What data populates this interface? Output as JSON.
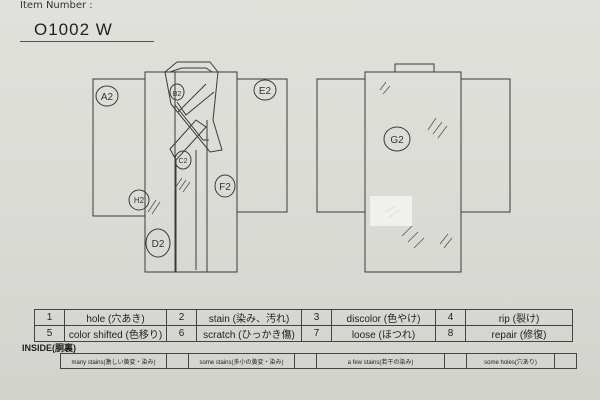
{
  "header": {
    "item_number_label": "Item Number :",
    "item_number_value": "O1002  W"
  },
  "front_markers": [
    "A2",
    "B2",
    "C2",
    "D2",
    "E2",
    "F2",
    "H2"
  ],
  "back_markers": [
    "G2"
  ],
  "legend": [
    [
      {
        "num": "1",
        "text": "hole (穴あき)"
      },
      {
        "num": "2",
        "text": "stain (染み、汚れ)"
      },
      {
        "num": "3",
        "text": "discolor (色やけ)"
      },
      {
        "num": "4",
        "text": "rip (裂け)"
      }
    ],
    [
      {
        "num": "5",
        "text": "color shifted (色移り)"
      },
      {
        "num": "6",
        "text": "scratch (ひっかき傷)"
      },
      {
        "num": "7",
        "text": "loose (ほつれ)"
      },
      {
        "num": "8",
        "text": "repair (修復)"
      }
    ]
  ],
  "inside": {
    "label": "INSIDE(胴裏)",
    "items": [
      "many stains(激しい黄変・染み)",
      "some stains(多小の黄変・染み)",
      "a few stains(若干の染み)",
      "some holes(穴あり)"
    ]
  }
}
